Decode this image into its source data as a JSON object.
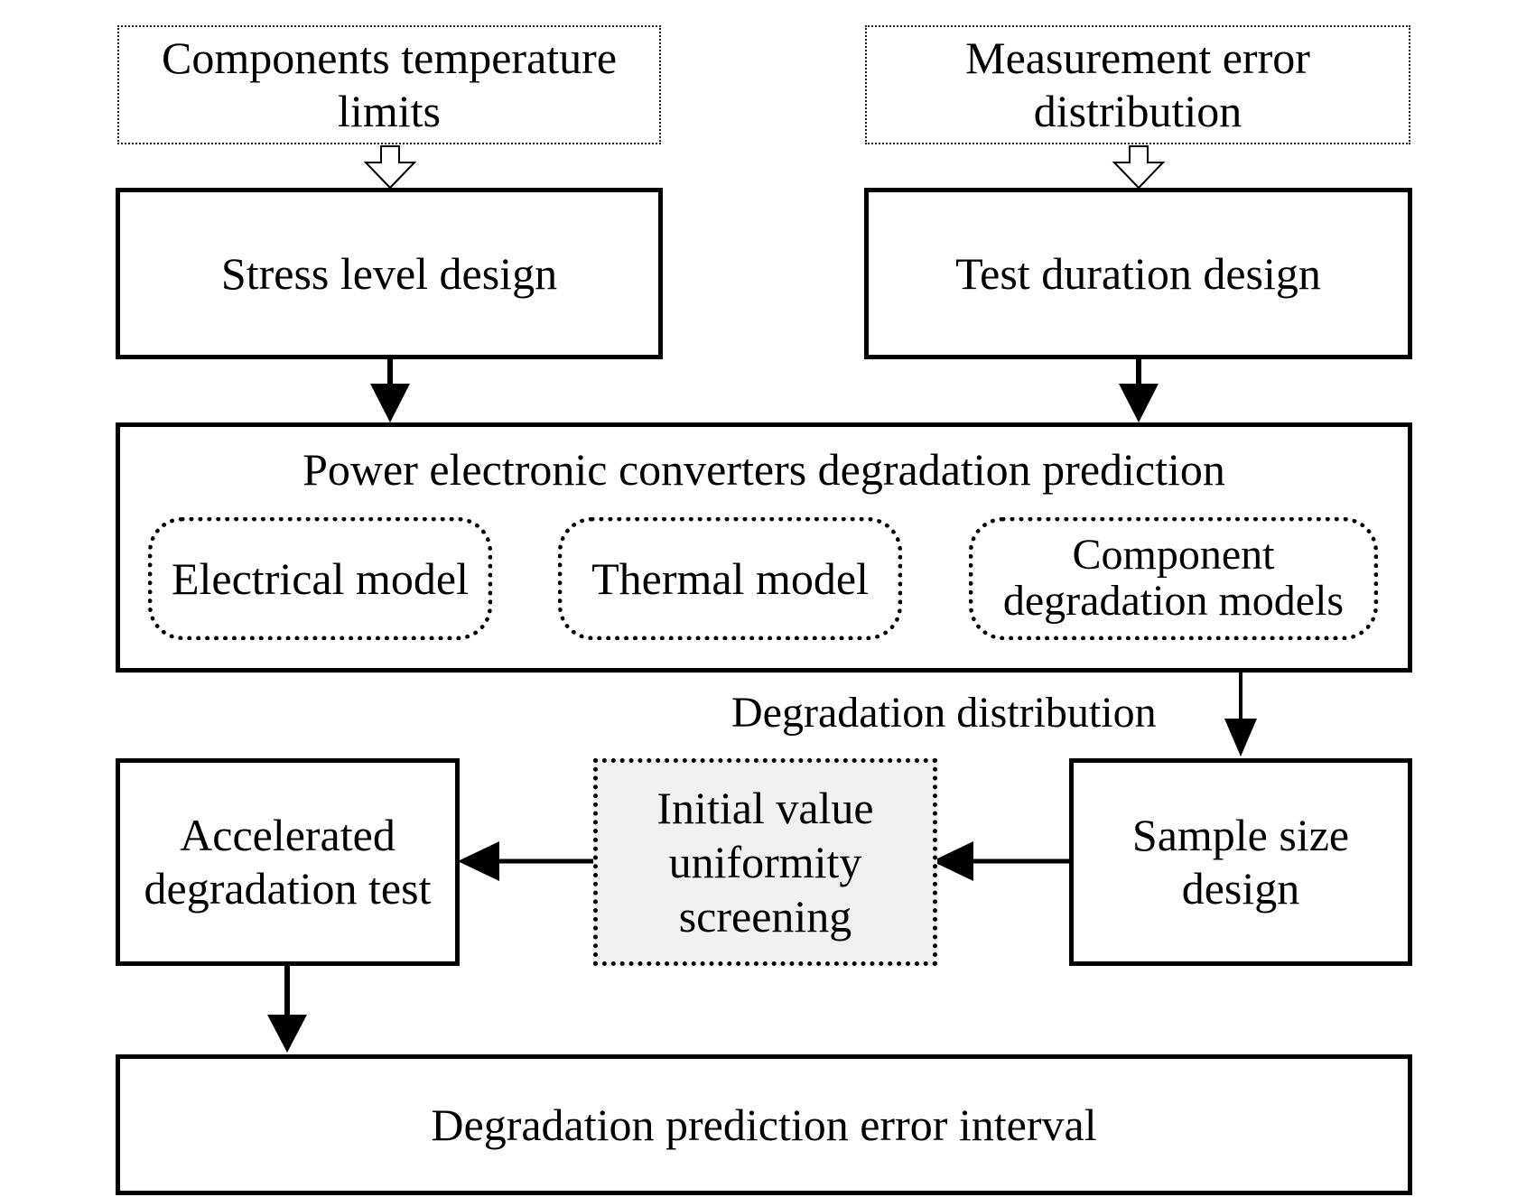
{
  "nodes": {
    "temp_limits": [
      "Components temperature",
      "limits"
    ],
    "meas_error": [
      "Measurement error",
      "distribution"
    ],
    "stress_level": "Stress level design",
    "test_duration": "Test duration design",
    "prediction_title": "Power electronic converters degradation prediction",
    "electrical_model": "Electrical model",
    "thermal_model": "Thermal model",
    "component_models": [
      "Component",
      "degradation models"
    ],
    "sample_size": [
      "Sample size",
      "design"
    ],
    "screening": [
      "Initial value",
      "uniformity",
      "screening"
    ],
    "accelerated_test": [
      "Accelerated",
      "degradation test"
    ],
    "error_interval": "Degradation prediction error interval"
  },
  "edges": {
    "degradation_distribution_label": "Degradation distribution"
  }
}
